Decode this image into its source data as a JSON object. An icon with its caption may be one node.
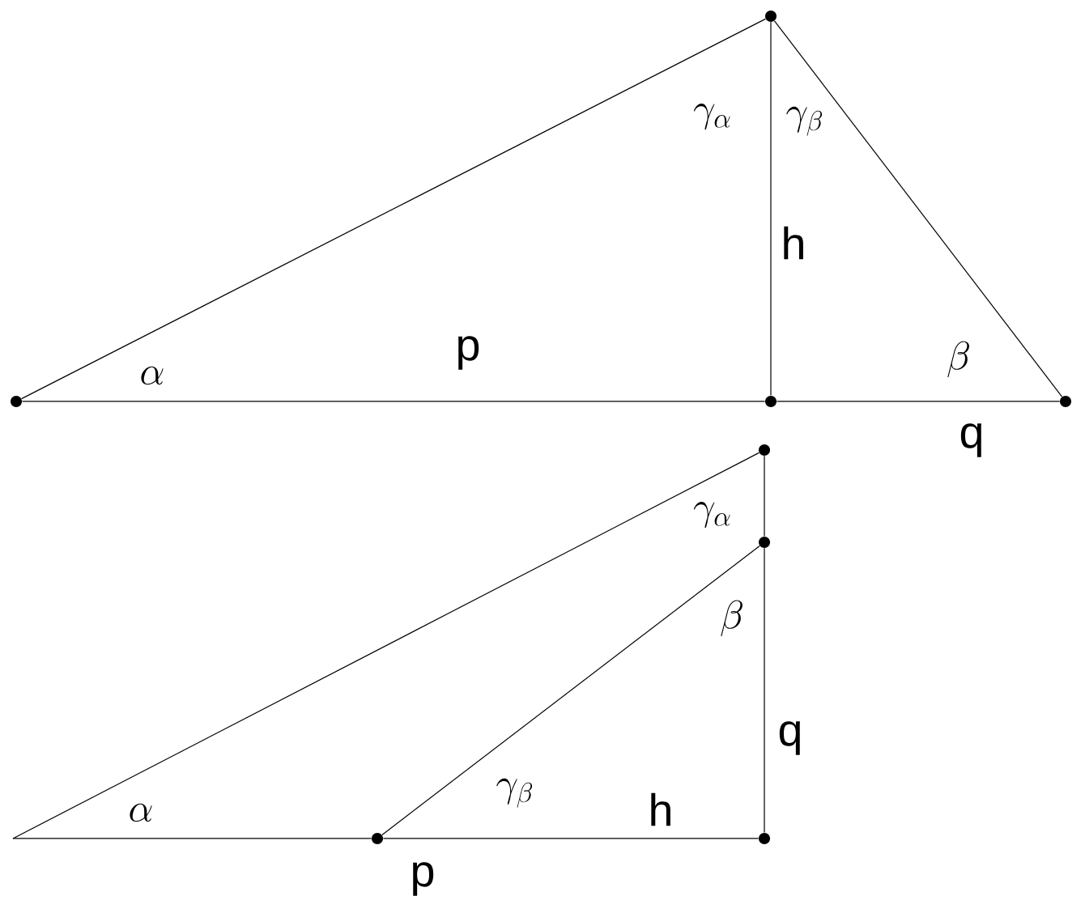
{
  "diagram": {
    "nodes": [
      {
        "text": [],
        "shape": "circle"
      },
      {
        "text": [],
        "shape": "circle"
      },
      {
        "text": [],
        "shape": "circle"
      },
      {
        "text": [],
        "shape": "circle"
      },
      {
        "text": [],
        "shape": "circle"
      },
      {
        "text": [],
        "shape": "circle"
      },
      {
        "text": [],
        "shape": "circle"
      },
      {
        "text": [],
        "shape": "circle"
      }
    ],
    "edges": [
      {
        "from": 0,
        "to": 1,
        "arrow": "none"
      },
      {
        "from": 1,
        "to": 3,
        "arrow": "none"
      },
      {
        "from": 0,
        "to": 2,
        "arrow": "none"
      },
      {
        "from": 2,
        "to": 3,
        "arrow": "none"
      },
      {
        "from": 1,
        "to": 2,
        "arrow": "none"
      },
      {
        "from": null,
        "to": 4,
        "arrow": "none"
      },
      {
        "from": null,
        "to": 6,
        "arrow": "none"
      },
      {
        "from": 6,
        "to": 7,
        "arrow": "none"
      },
      {
        "from": 6,
        "to": 5,
        "arrow": "none"
      },
      {
        "from": 4,
        "to": 5,
        "arrow": "none"
      },
      {
        "from": 5,
        "to": 7,
        "arrow": "none"
      }
    ],
    "labels": [
      "\\gamma_\\alpha",
      "\\gamma_\\beta",
      "h",
      "\\alpha",
      "p",
      "\\beta",
      "q",
      "\\gamma_\\alpha",
      "\\beta",
      "q",
      "\\alpha",
      "\\gamma_\\beta",
      "h",
      "p"
    ]
  }
}
